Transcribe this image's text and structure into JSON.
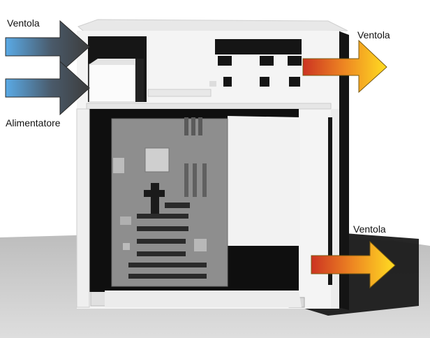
{
  "labels": {
    "intake_top": "Ventola",
    "intake_bottom": "Alimentatore",
    "exhaust_top": "Ventola",
    "exhaust_bottom": "Ventola"
  },
  "colors": {
    "intake_gradient": [
      "#5aaae6",
      "#4a4a4a"
    ],
    "exhaust_gradient": [
      "#cc3322",
      "#ffdd22"
    ],
    "case_white": "#f4f4f4",
    "case_shadow": "#141414",
    "motherboard": "#8a8a8a",
    "floor": "#cfcfcf"
  }
}
